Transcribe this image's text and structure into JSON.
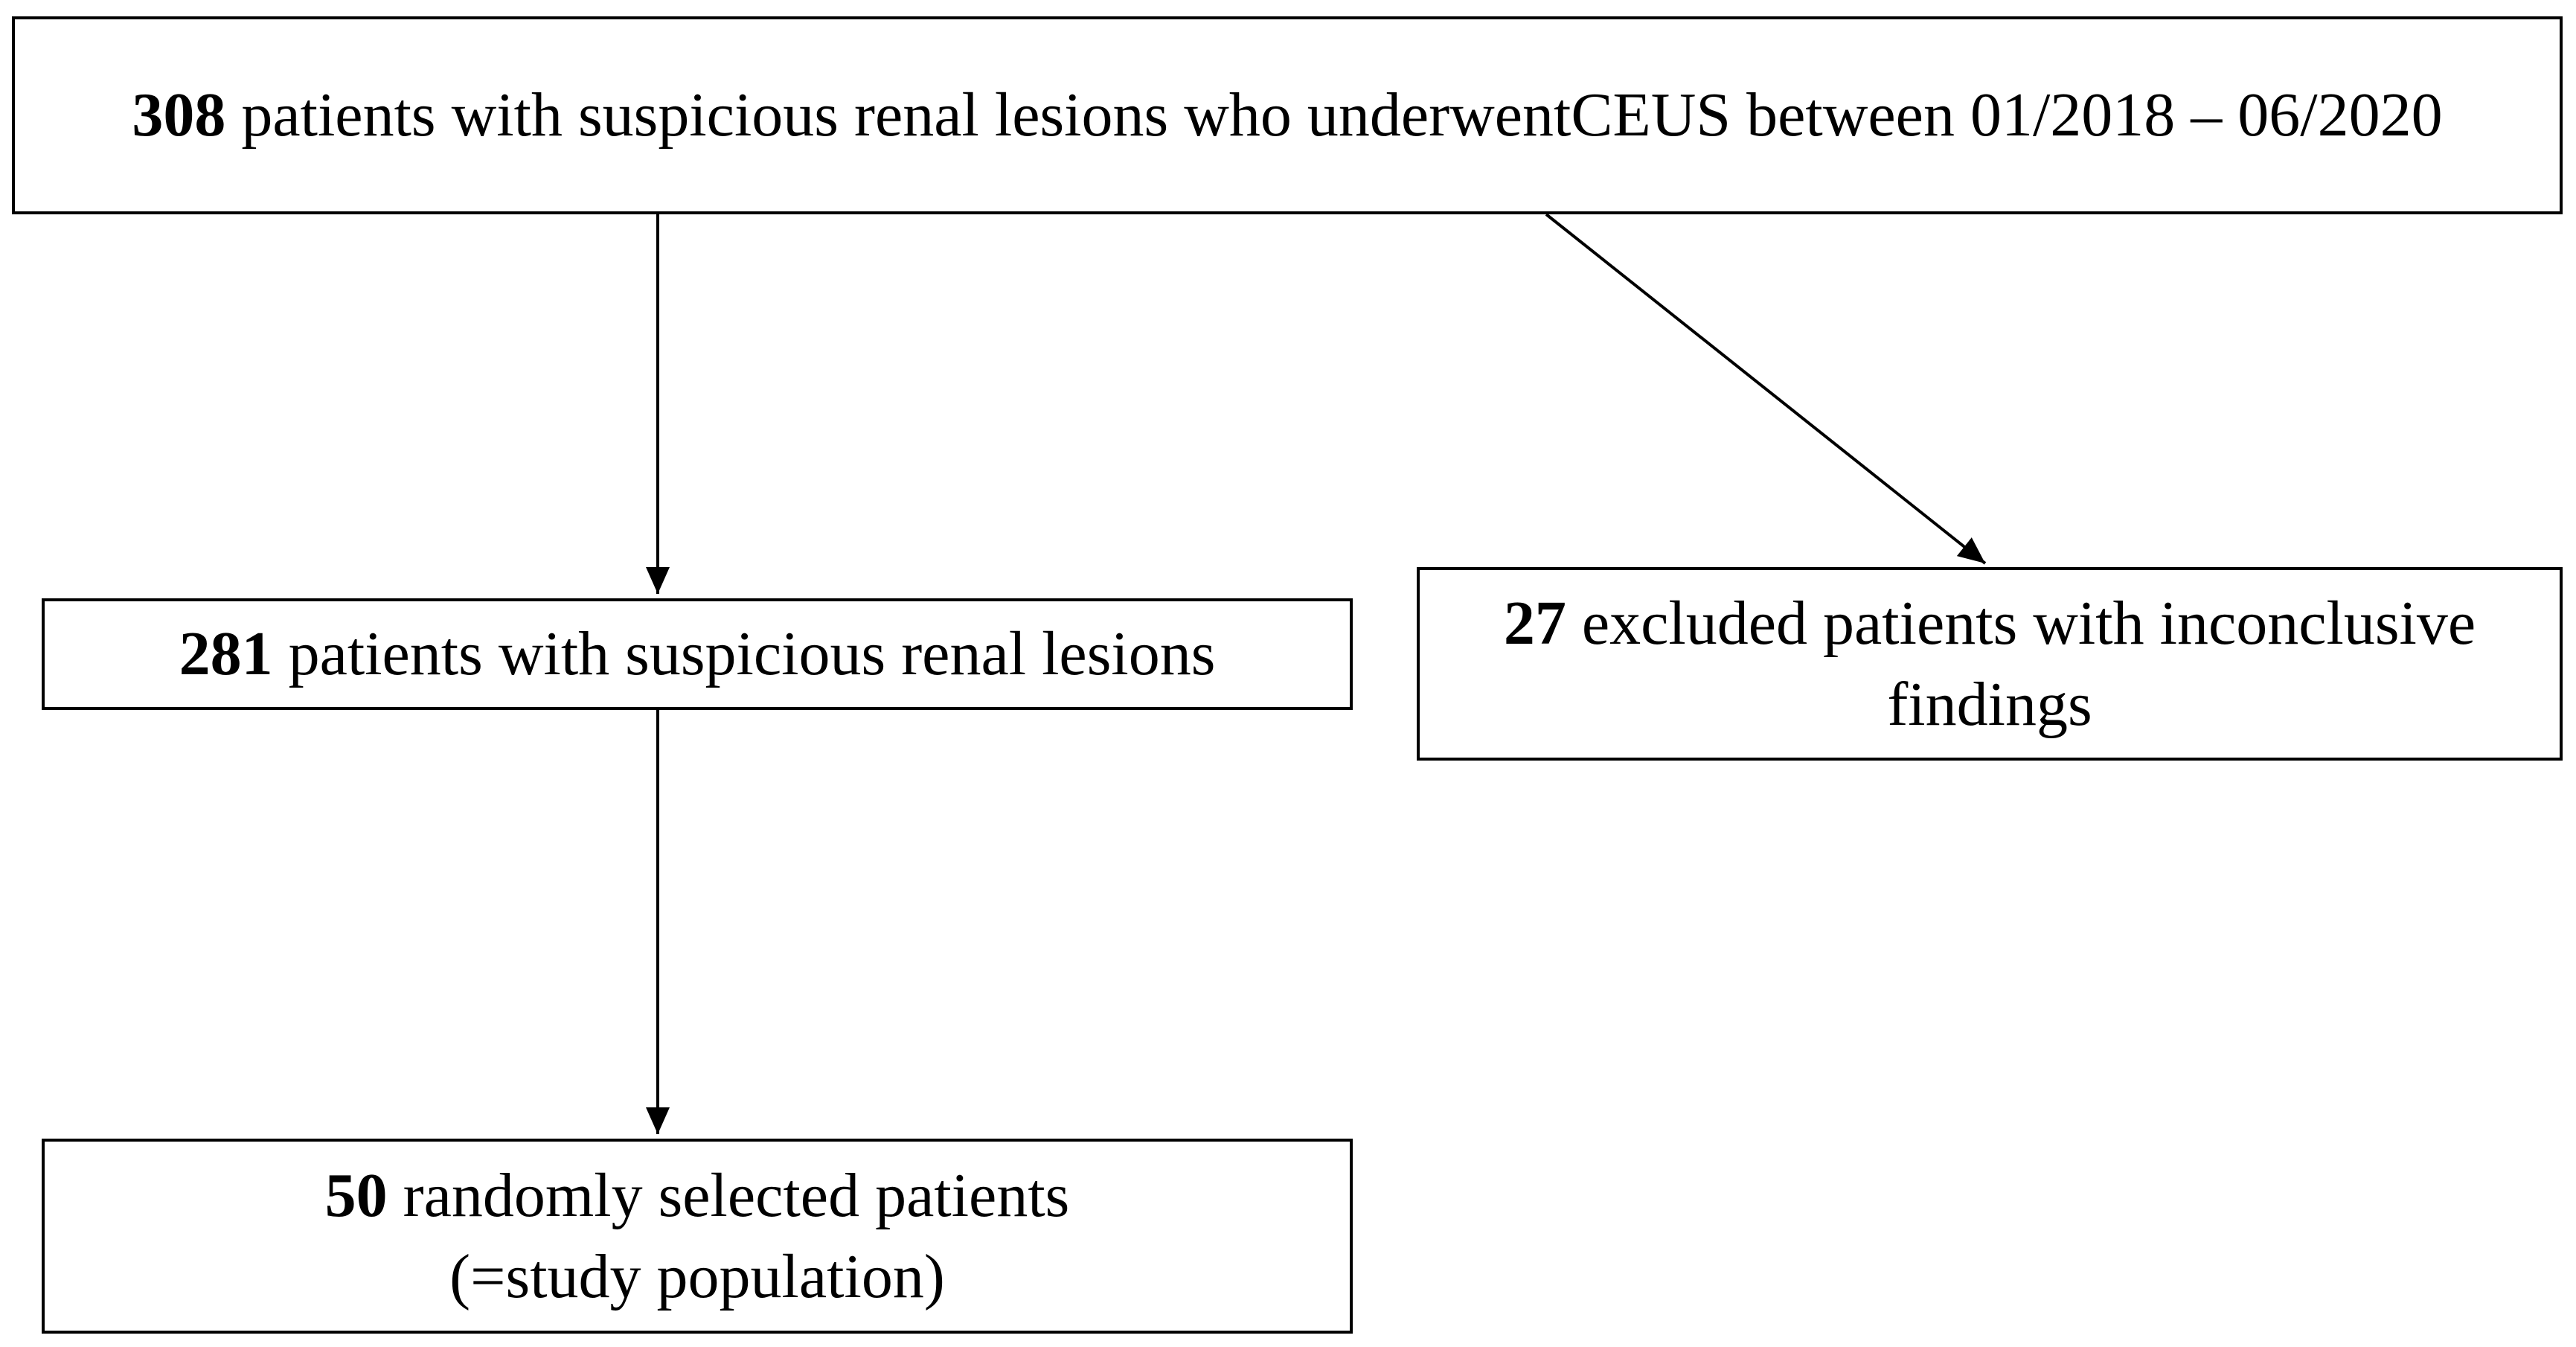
{
  "boxes": {
    "top": {
      "count": "308",
      "text": " patients with suspicious renal lesions who underwentCEUS between 01/2018 – 06/2020"
    },
    "middle": {
      "count": "281",
      "text": " patients with suspicious renal lesions"
    },
    "excluded": {
      "count": "27",
      "text": " excluded patients with inconclusive findings"
    },
    "bottom": {
      "count": "50",
      "text": " randomly selected patients (=study population)"
    }
  },
  "colors": {
    "line": "#000000",
    "box_border": "#000000",
    "background": "#ffffff"
  }
}
